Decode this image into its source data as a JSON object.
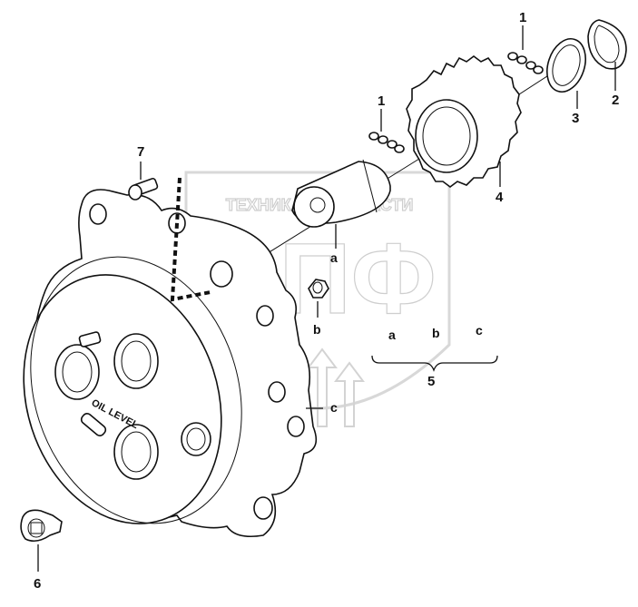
{
  "watermark": {
    "top_text": "ТЕХНИКА И ЗАПЧАСТИ",
    "logo_letters": "ЭПФ"
  },
  "housing_text": {
    "oil_level": "OIL LEVEL"
  },
  "callouts": [
    {
      "id": "c1a",
      "text": "1"
    },
    {
      "id": "c1b",
      "text": "1"
    },
    {
      "id": "c2",
      "text": "2"
    },
    {
      "id": "c3",
      "text": "3"
    },
    {
      "id": "c4",
      "text": "4"
    },
    {
      "id": "c5",
      "text": "5"
    },
    {
      "id": "c6",
      "text": "6"
    },
    {
      "id": "c7",
      "text": "7"
    }
  ],
  "sub_labels": {
    "a_pin": "a",
    "b_plug": "b",
    "c_hole": "c",
    "group_a": "a",
    "group_b": "b",
    "group_c": "c"
  }
}
